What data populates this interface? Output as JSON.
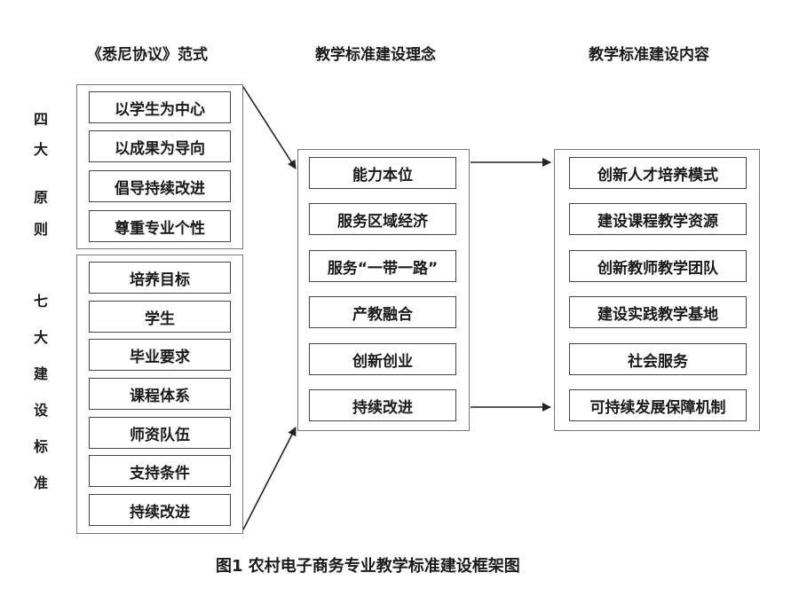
{
  "titles": {
    "left": "《悉尼协议》范式",
    "middle": "教学标准建设理念",
    "right": "教学标准建设内容"
  },
  "left_groups": {
    "principles_label": [
      "四",
      "大",
      "原",
      "则"
    ],
    "principles": [
      "以学生为中心",
      "以成果为导向",
      "倡导持续改进",
      "尊重专业个性"
    ],
    "standards_label": [
      "七",
      "大",
      "建",
      "设",
      "标",
      "准"
    ],
    "standards": [
      "培养目标",
      "学生",
      "毕业要求",
      "课程体系",
      "师资队伍",
      "支持条件",
      "持续改进"
    ]
  },
  "middle_items": [
    "能力本位",
    "服务区域经济",
    "服务“一带一路”",
    "产教融合",
    "创新创业",
    "持续改进"
  ],
  "right_items": [
    "创新人才培养模式",
    "建设课程教学资源",
    "创新教师教学团队",
    "建设实践教学基地",
    "社会服务",
    "可持续发展保障机制"
  ],
  "caption": "图1  农村电子商务专业教学标准建设框架图"
}
